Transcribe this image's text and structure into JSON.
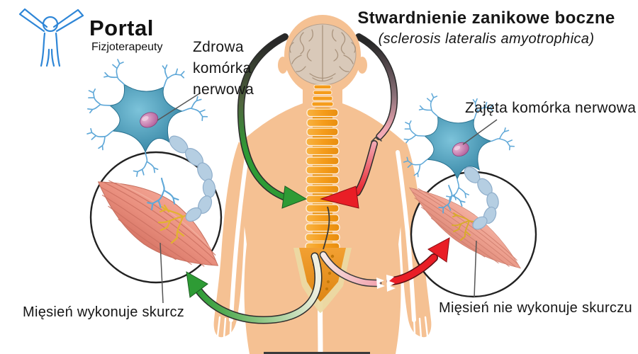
{
  "logo": {
    "name": "Portal",
    "tagline": "Fizjoterapeuty",
    "icon": "person-raised-arms-icon"
  },
  "title": {
    "main": "Stwardnienie zanikowe boczne",
    "latin": "(sclerosis lateralis amyotrophica)"
  },
  "labels": {
    "healthy_neuron_line1": "Zdrowa",
    "healthy_neuron_line2": "komórka",
    "healthy_neuron_line3": "nerwowa",
    "affected_neuron": "Zajęta komórka nerwowa",
    "muscle_contracting": "Mięsień wykonuje skurcz",
    "muscle_not_contracting": "Mięsień nie wykonuje skurczu"
  },
  "colors": {
    "skin": "#F5C193",
    "spine_orange": "#F59C1B",
    "brain": "#D9C9B9",
    "neuron_teal": "#3D8BAB",
    "nucleus_pink": "#BC5F9F",
    "myelin_blue": "#B5CEE2",
    "muscle_salmon": "#E98F7E",
    "nerve_yellow": "#E2B32F",
    "healthy_green": "#2E9B35",
    "damaged_red": "#E91E26",
    "logo_blue": "#2E86D7",
    "outline_dark": "#2B2B2B"
  }
}
